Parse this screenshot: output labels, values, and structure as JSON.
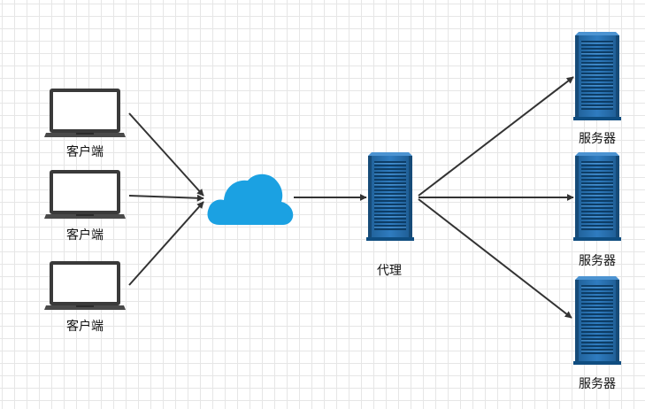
{
  "nodes": {
    "client_1": {
      "label": "客户端"
    },
    "client_2": {
      "label": "客户端"
    },
    "client_3": {
      "label": "客户端"
    },
    "proxy": {
      "label": "代理"
    },
    "server_1": {
      "label": "服务器"
    },
    "server_2": {
      "label": "服务器"
    },
    "server_3": {
      "label": "服务器"
    }
  },
  "colors": {
    "cloud": "#1ba1e2",
    "server_blue": "#2b73b3",
    "server_dark": "#0f4d80",
    "laptop_frame": "#3a3a3a",
    "edge": "#333333"
  }
}
